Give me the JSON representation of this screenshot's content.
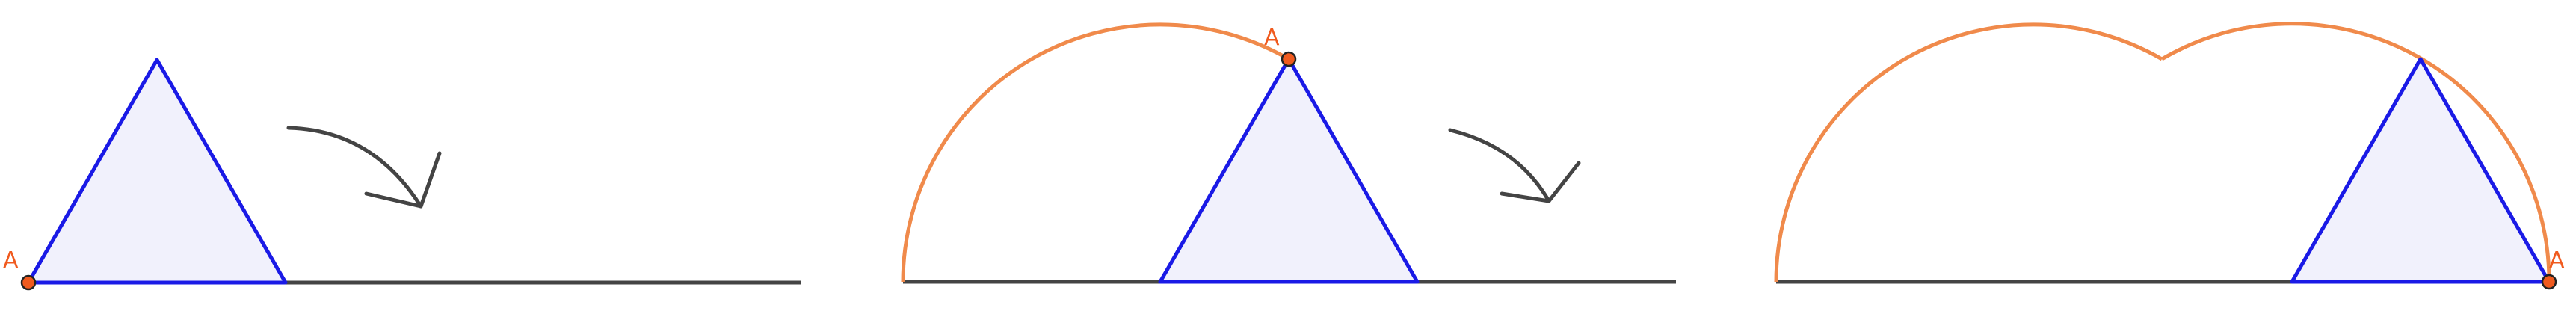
{
  "point_label": "A",
  "colors": {
    "triangle_edge": "#1a1ae6",
    "triangle_fill": "#f1f1fc",
    "locus": "#f08a4b",
    "point": "#f05a1e",
    "label": "#f05a1e",
    "ground": "#444444",
    "arrow": "#444444"
  },
  "panels": [
    {
      "step": "start",
      "has_arrow": true
    },
    {
      "step": "after-first-roll",
      "has_arrow": true
    },
    {
      "step": "after-second-roll",
      "has_arrow": false
    }
  ]
}
